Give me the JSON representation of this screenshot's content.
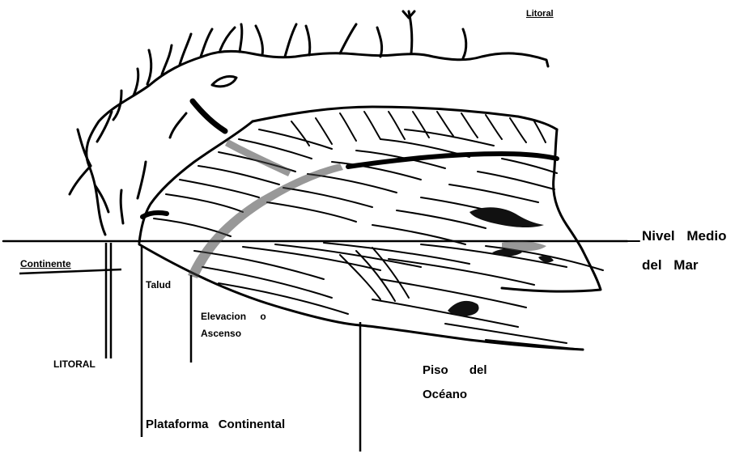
{
  "labels": {
    "litoral_top": "Litoral",
    "nivel_line1": "Nivel Medio",
    "nivel_line2": "del Mar",
    "continente": "Continente",
    "talud": "Talud",
    "elevacion_line1": "Elevacion o",
    "elevacion_line2": "Ascenso",
    "litoral_bottom": "LITORAL",
    "piso_line1": "Piso del",
    "piso_line2": "Océano",
    "plataforma": "Plataforma Continental"
  }
}
